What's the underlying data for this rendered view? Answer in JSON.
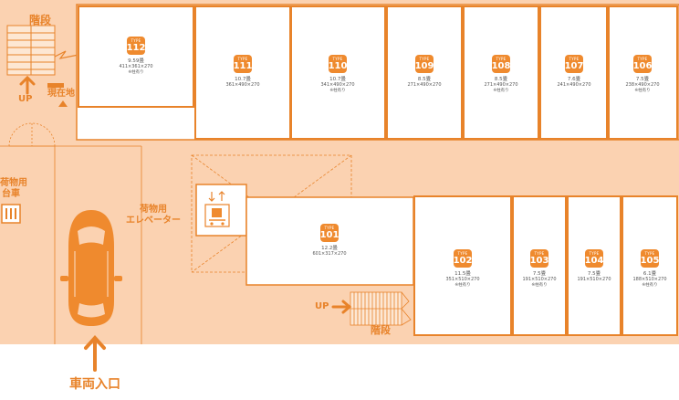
{
  "colors": {
    "accent": "#ef8a2e",
    "floor": "#fbd2b1",
    "line": "#e8832a",
    "room": "#ffffff"
  },
  "labels": {
    "stairs_top": "階段",
    "up_left": "UP",
    "current_location": "現在地",
    "cart_label_1": "荷物用",
    "cart_label_2": "台車",
    "elevator_label_1": "荷物用",
    "elevator_label_2": "エレベーター",
    "up_right": "UP",
    "stairs_bottom": "階段",
    "vehicle_entrance": "車両入口"
  },
  "rooms": [
    {
      "type_label": "TYPE",
      "number": "112",
      "size": "9.59畳",
      "dims": "411×361×270",
      "note": "※柱有り"
    },
    {
      "type_label": "TYPE",
      "number": "111",
      "size": "10.7畳",
      "dims": "361×490×270",
      "note": ""
    },
    {
      "type_label": "TYPE",
      "number": "110",
      "size": "10.7畳",
      "dims": "341×490×270",
      "note": "※柱有り"
    },
    {
      "type_label": "TYPE",
      "number": "109",
      "size": "8.5畳",
      "dims": "271×490×270",
      "note": ""
    },
    {
      "type_label": "TYPE",
      "number": "108",
      "size": "8.5畳",
      "dims": "271×490×270",
      "note": "※柱有り"
    },
    {
      "type_label": "TYPE",
      "number": "107",
      "size": "7.6畳",
      "dims": "241×490×270",
      "note": ""
    },
    {
      "type_label": "TYPE",
      "number": "106",
      "size": "7.5畳",
      "dims": "238×490×270",
      "note": "※柱有り"
    },
    {
      "type_label": "TYPE",
      "number": "101",
      "size": "12.2畳",
      "dims": "601×317×270",
      "note": ""
    },
    {
      "type_label": "TYPE",
      "number": "102",
      "size": "11.5畳",
      "dims": "351×510×270",
      "note": "※柱有り"
    },
    {
      "type_label": "TYPE",
      "number": "103",
      "size": "7.5畳",
      "dims": "191×510×270",
      "note": "※柱有り"
    },
    {
      "type_label": "TYPE",
      "number": "104",
      "size": "7.5畳",
      "dims": "191×510×270",
      "note": ""
    },
    {
      "type_label": "TYPE",
      "number": "105",
      "size": "6.1畳",
      "dims": "188×510×270",
      "note": "※柱有り"
    }
  ]
}
